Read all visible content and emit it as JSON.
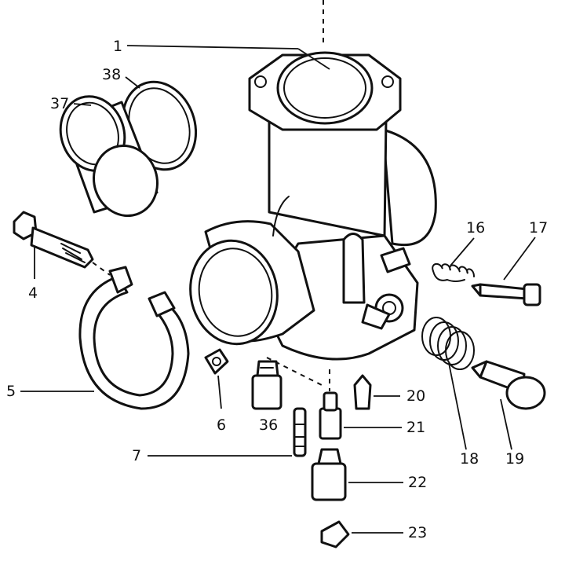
{
  "labels": {
    "l1": "1",
    "l4": "4",
    "l5": "5",
    "l6": "6",
    "l7": "7",
    "l16": "16",
    "l17": "17",
    "l18": "18",
    "l19": "19",
    "l20": "20",
    "l21": "21",
    "l22": "22",
    "l23": "23",
    "l36": "36",
    "l37": "37",
    "l38": "38"
  },
  "colors": {
    "ink": "#111111",
    "paper": "#ffffff"
  }
}
